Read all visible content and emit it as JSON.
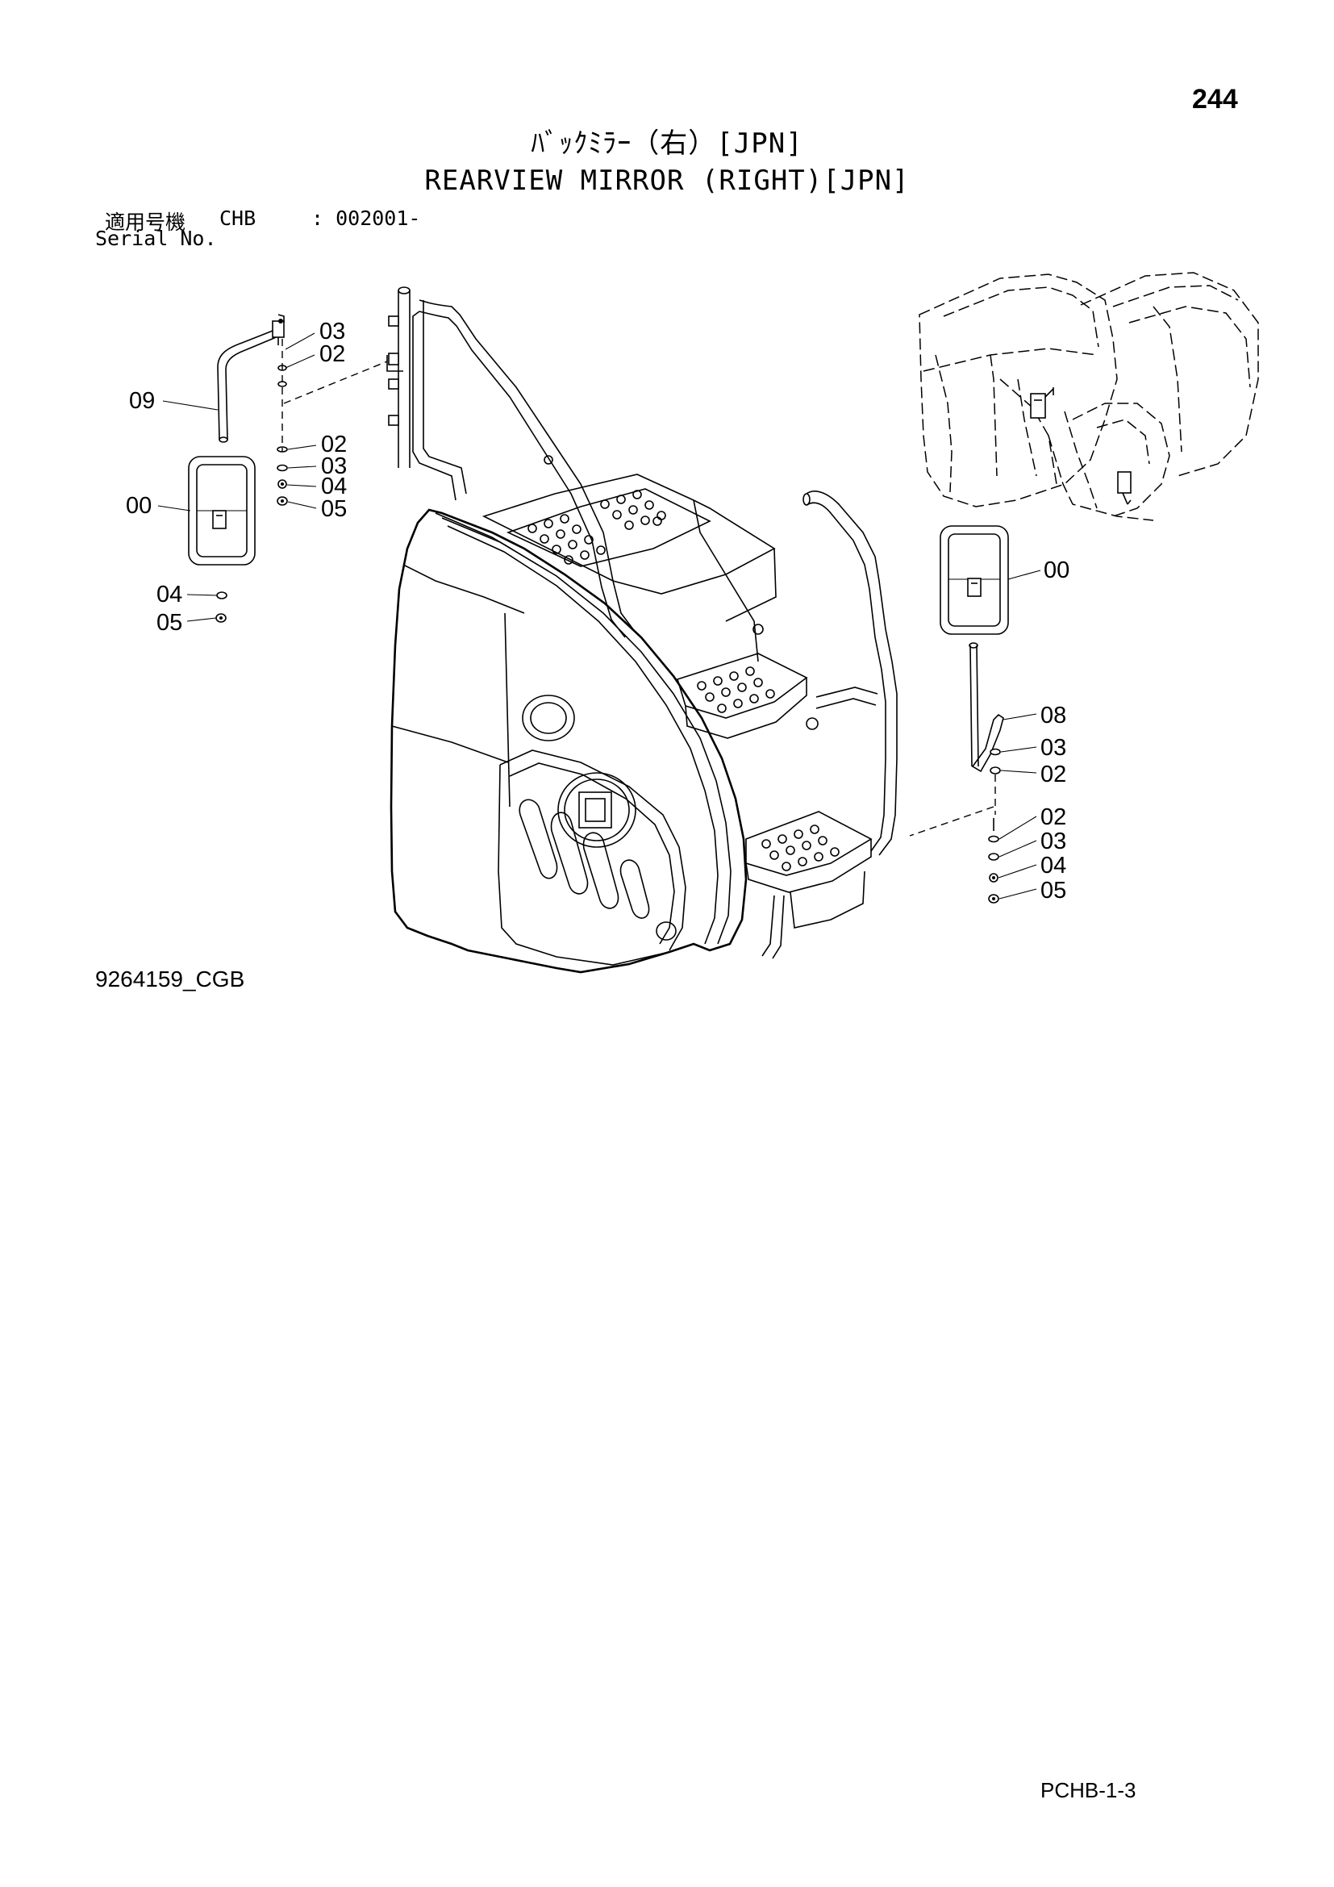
{
  "header": {
    "page_number": "244",
    "title_jp": "ﾊﾞｯｸﾐﾗｰ（右）[JPN]",
    "title_en": "REARVIEW MIRROR (RIGHT)[JPN]"
  },
  "serial": {
    "label_jp": "適用号機",
    "model": "CHB",
    "range": ": 002001-",
    "label_en": "Serial No."
  },
  "callouts": {
    "left_bracket_03": "03",
    "left_bracket_02": "02",
    "left_arm_09": "09",
    "left_hw_02": "02",
    "left_hw_03": "03",
    "left_hw_04": "04",
    "left_hw_05": "05",
    "left_mirror_00": "00",
    "left_bottom_04": "04",
    "left_bottom_05": "05",
    "right_mirror_00": "00",
    "right_arm_08": "08",
    "right_upper_03": "03",
    "right_upper_02": "02",
    "right_lower_02": "02",
    "right_lower_03": "03",
    "right_lower_04": "04",
    "right_lower_05": "05"
  },
  "footer": {
    "drawing_number": "9264159_CGB",
    "page_code": "PCHB-1-3"
  }
}
